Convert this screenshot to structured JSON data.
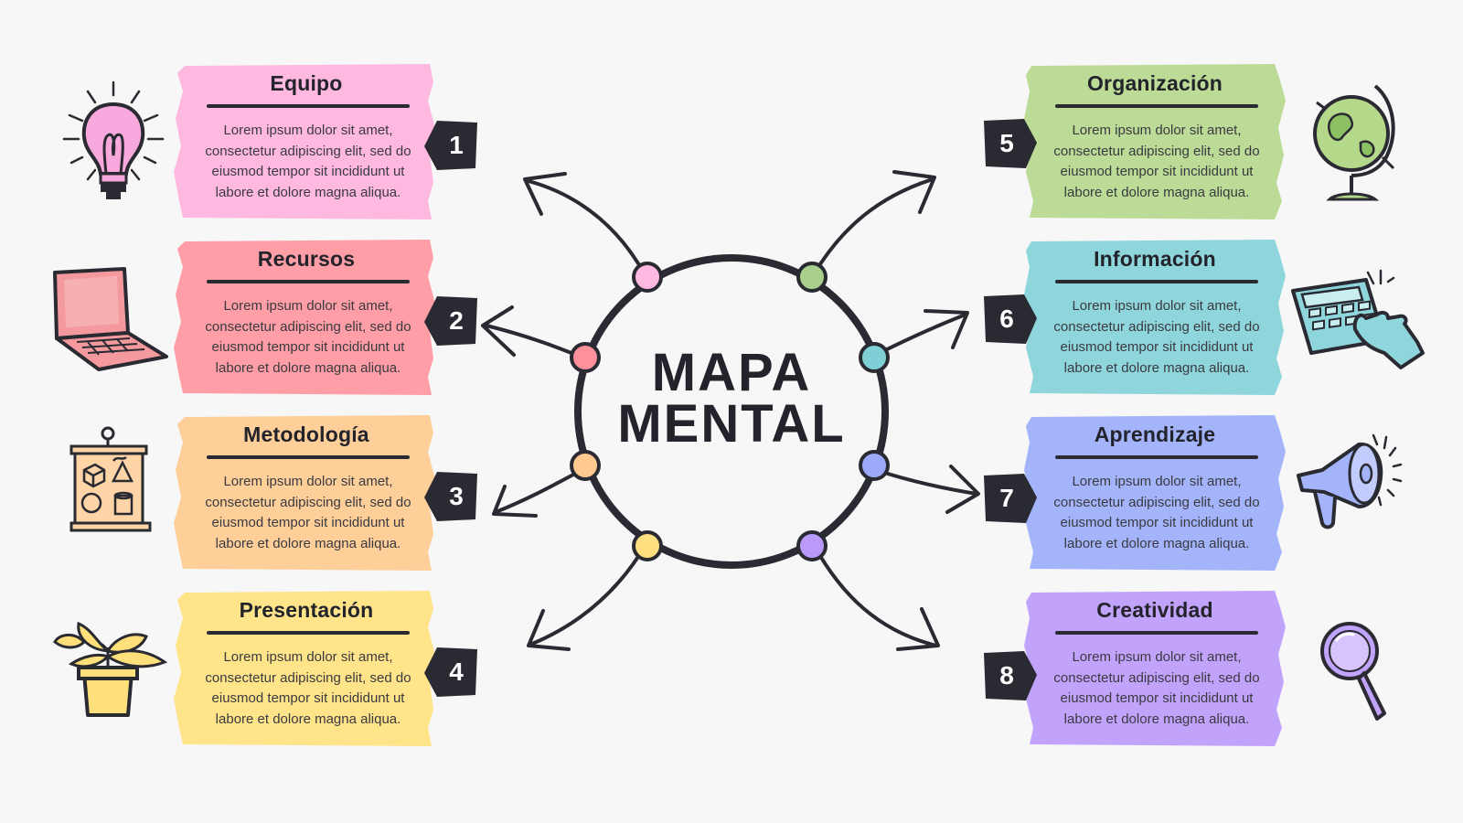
{
  "center": {
    "line1": "MAPA",
    "line2": "MENTAL"
  },
  "branches": [
    {
      "number": "1",
      "title": "Equipo",
      "text": "Lorem ipsum dolor sit amet, consectetur adipiscing elit, sed do eiusmod tempor sit incididunt ut labore et dolore magna aliqua.",
      "color": "#ffb8e0",
      "node_color": "#ffb8e0",
      "icon": "light-bulb-icon"
    },
    {
      "number": "2",
      "title": "Recursos",
      "text": "Lorem ipsum dolor sit amet, consectetur adipiscing elit, sed do eiusmod tempor sit incididunt ut labore et dolore magna aliqua.",
      "color": "#ff9ea6",
      "node_color": "#ff8f9b",
      "icon": "laptop-icon"
    },
    {
      "number": "3",
      "title": "Metodología",
      "text": "Lorem ipsum dolor sit amet, consectetur adipiscing elit, sed do eiusmod tempor sit incididunt ut labore et dolore magna aliqua.",
      "color": "#ffcf9a",
      "node_color": "#ffc98f",
      "icon": "whiteboard-icon"
    },
    {
      "number": "4",
      "title": "Presentación",
      "text": "Lorem ipsum dolor sit amet, consectetur adipiscing elit, sed do eiusmod tempor sit incididunt ut labore et dolore magna aliqua.",
      "color": "#ffe48a",
      "node_color": "#ffdf80",
      "icon": "plant-icon"
    },
    {
      "number": "5",
      "title": "Organización",
      "text": "Lorem ipsum dolor sit amet, consectetur adipiscing elit, sed do eiusmod tempor sit incididunt ut labore et dolore magna aliqua.",
      "color": "#bcdb96",
      "node_color": "#a8d08a",
      "icon": "globe-icon"
    },
    {
      "number": "6",
      "title": "Información",
      "text": "Lorem ipsum dolor sit amet, consectetur adipiscing elit, sed do eiusmod tempor sit incididunt ut labore et dolore magna aliqua.",
      "color": "#8fd6dc",
      "node_color": "#7fd0d6",
      "icon": "calculator-icon"
    },
    {
      "number": "7",
      "title": "Aprendizaje",
      "text": "Lorem ipsum dolor sit amet, consectetur adipiscing elit, sed do eiusmod tempor sit incididunt ut labore et dolore magna aliqua.",
      "color": "#a3b4fa",
      "node_color": "#9aa9f8",
      "icon": "megaphone-icon"
    },
    {
      "number": "8",
      "title": "Creatividad",
      "text": "Lorem ipsum dolor sit amet, consectetur adipiscing elit, sed do eiusmod tempor sit incididunt ut labore et dolore magna aliqua.",
      "color": "#c2a3fb",
      "node_color": "#b99af8",
      "icon": "magnifier-icon"
    }
  ],
  "ink_color": "#2a2a32"
}
